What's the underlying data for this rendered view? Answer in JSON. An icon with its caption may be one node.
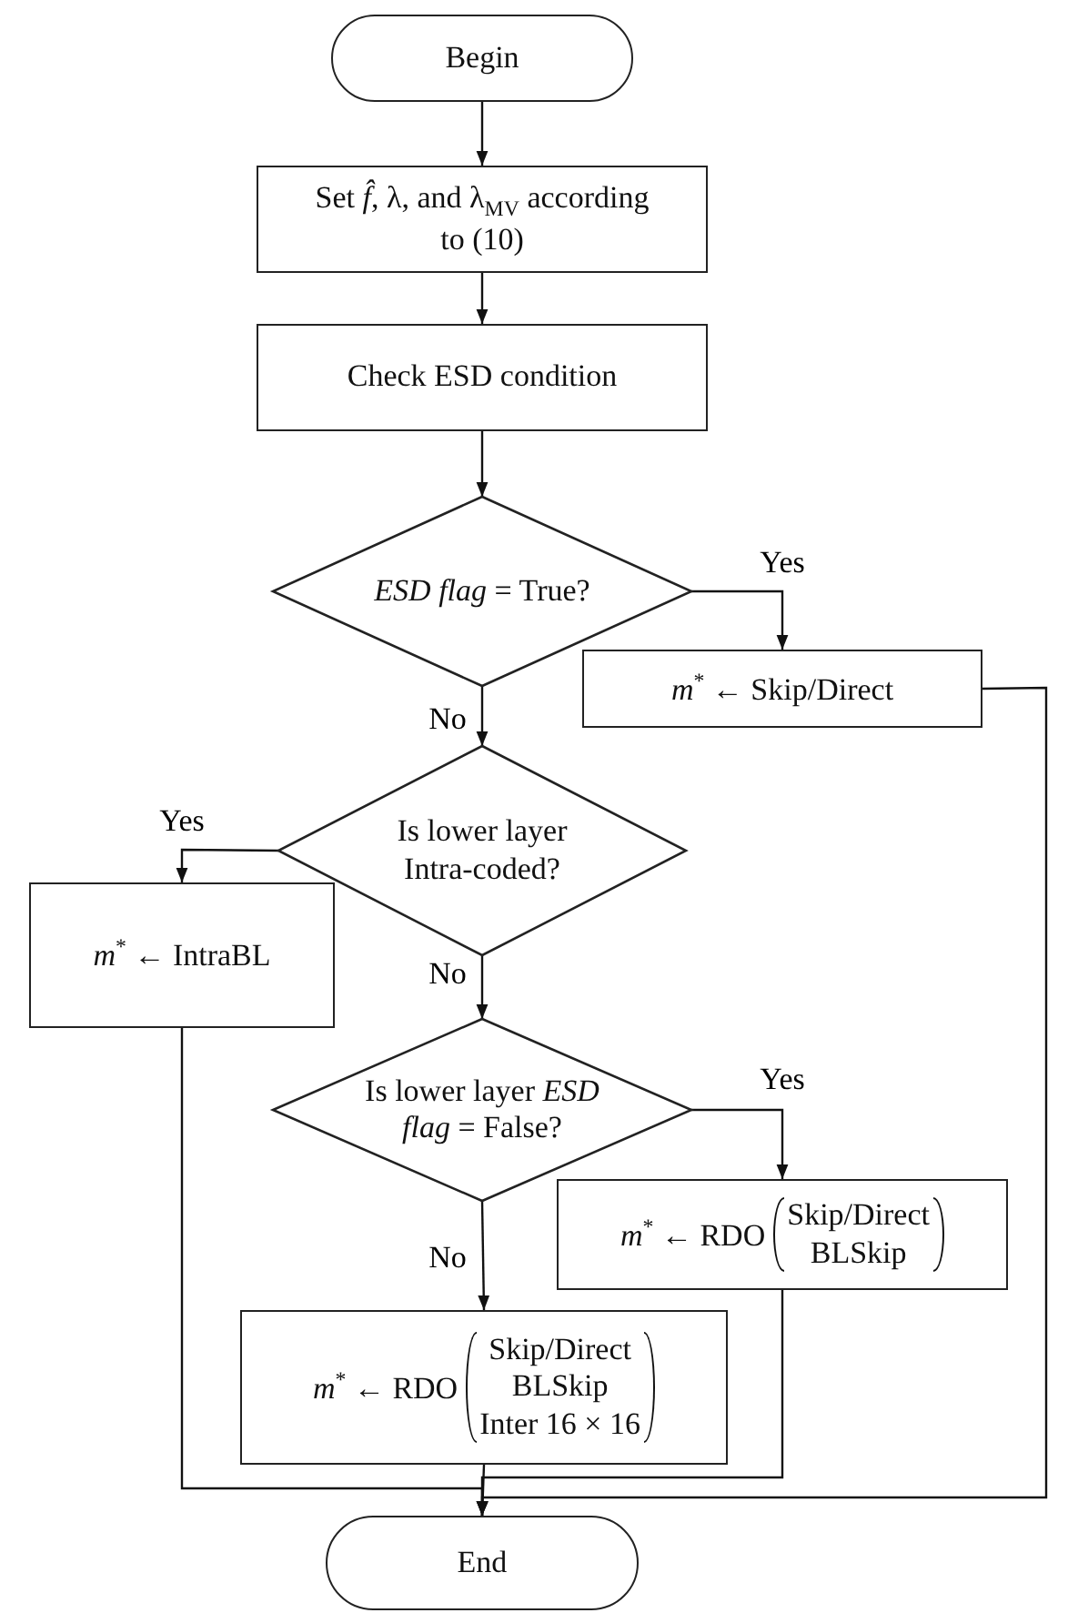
{
  "diagram": {
    "nodes": [
      {
        "text": [
          "Begin"
        ]
      },
      {
        "text": [
          "Set *f̂*, λ, and λ$_{MV}$ according to (10)"
        ]
      },
      {
        "text": [
          "Check ESD condition"
        ]
      },
      {
        "text": [
          "*ESD flag* = True?"
        ]
      },
      {
        "text": [
          "*m*$^{*}$ ← Skip/Direct"
        ]
      },
      {
        "text": [
          "Is lower layer Intra-coded?"
        ]
      },
      {
        "text": [
          "*m*$^{*}$ ← IntraBL"
        ]
      },
      {
        "text": [
          "Is lower layer *ESD flag* = False?"
        ]
      },
      {
        "text": [
          "*m*$^{*}$ ← RDO",
          "Skip/Direct",
          "BLSkip"
        ]
      },
      {
        "text": [
          "*m*$^{*}$ ← RDO",
          "Skip/Direct",
          "BLSkip",
          "Inter 16 × 16"
        ]
      },
      {
        "text": [
          "End"
        ]
      }
    ],
    "edges": [
      {
        "from": 0,
        "to": 1,
        "arrow": "to"
      },
      {
        "from": 1,
        "to": 2,
        "arrow": "to"
      },
      {
        "from": 2,
        "to": 3,
        "arrow": "to"
      },
      {
        "from": 3,
        "to": 4,
        "arrow": "to",
        "label": "Yes"
      },
      {
        "from": 3,
        "to": 5,
        "arrow": "to",
        "label": "No"
      },
      {
        "from": 5,
        "to": 6,
        "arrow": "to",
        "label": "Yes"
      },
      {
        "from": 5,
        "to": 7,
        "arrow": "to",
        "label": "No"
      },
      {
        "from": 7,
        "to": 8,
        "arrow": "to",
        "label": "Yes"
      },
      {
        "from": 7,
        "to": 9,
        "arrow": "to",
        "label": "No"
      },
      {
        "from": 6,
        "to": 10,
        "arrow": "to"
      },
      {
        "from": 9,
        "to": 10,
        "arrow": "to"
      },
      {
        "from": 8,
        "to": 10,
        "arrow": "to"
      },
      {
        "from": 4,
        "to": 10,
        "arrow": "to"
      }
    ]
  }
}
